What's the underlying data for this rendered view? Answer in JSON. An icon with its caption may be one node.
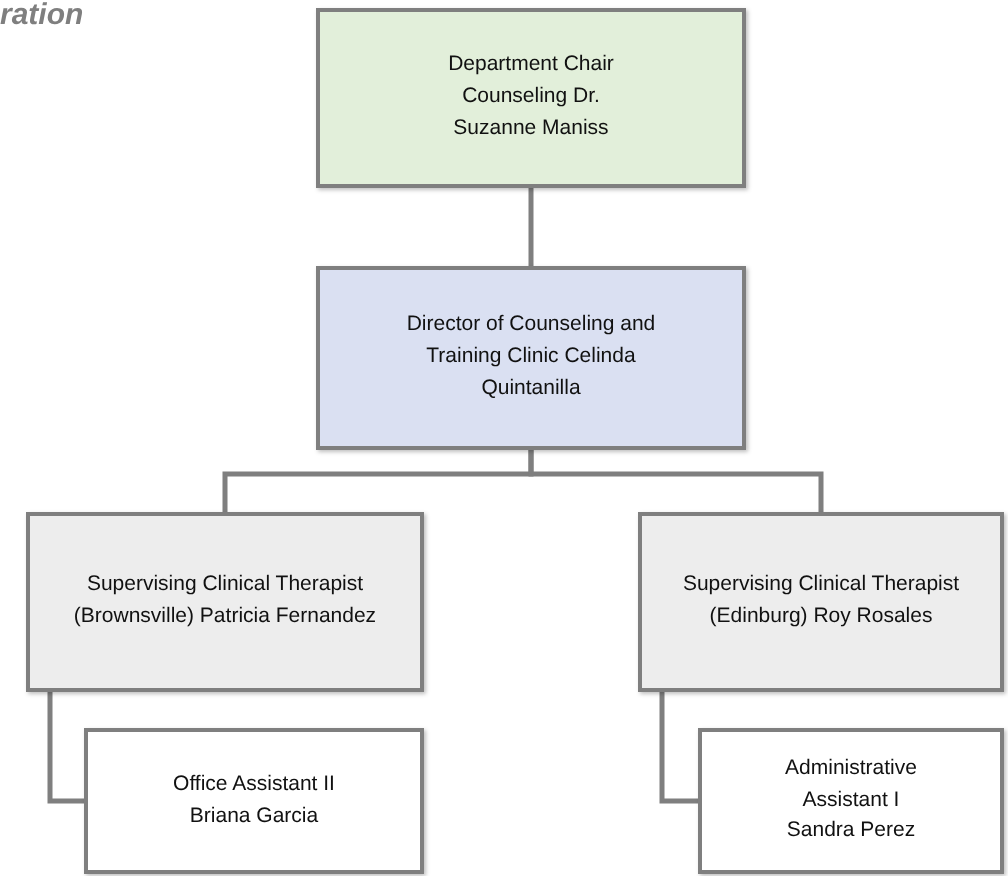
{
  "diagram": {
    "nodes": [
      {
        "text": [
          "Department Chair Counseling Dr. Suzanne Maniss"
        ]
      },
      {
        "text": [
          "Director of Counseling and Training Clinic Celinda Quintanilla"
        ]
      },
      {
        "text": [
          "Supervising Clinical Therapist (Brownsville) Patricia Fernandez"
        ]
      },
      {
        "text": [
          "Supervising Clinical Therapist (Edinburg) Roy Rosales"
        ]
      },
      {
        "text": [
          "Office Assistant II Briana Garcia"
        ]
      },
      {
        "text": [
          "Administrative Assistant I Sandra Perez"
        ]
      }
    ],
    "edges": [
      {
        "from": 0,
        "to": 1,
        "arrow": "none"
      },
      {
        "from": 1,
        "to": 2,
        "arrow": "none"
      },
      {
        "from": 1,
        "to": 3,
        "arrow": "none"
      },
      {
        "from": 2,
        "to": 4,
        "arrow": "none"
      },
      {
        "from": 3,
        "to": 5,
        "arrow": "none"
      }
    ],
    "labels": [
      "ration"
    ]
  }
}
